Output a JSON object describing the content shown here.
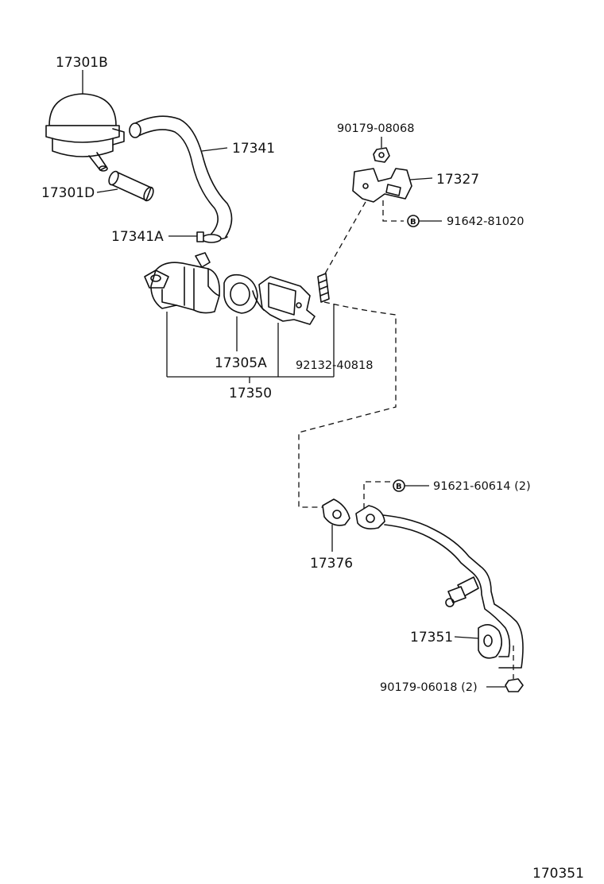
{
  "labels": {
    "p17301B": "17301B",
    "p17341": "17341",
    "p17301D": "17301D",
    "p17341A": "17341A",
    "p90179_08068": "90179-08068",
    "p17327": "17327",
    "p91642_81020": "91642-81020",
    "p17305A": "17305A",
    "p92132_40818": "92132-40818",
    "p17350": "17350",
    "p91621_60614": "91621-60614 (2)",
    "p17376": "17376",
    "p17351": "17351",
    "p90179_06018": "90179-06018 (2)",
    "diagram_id": "170351"
  },
  "symbols": {
    "bolt_letter": "B"
  }
}
